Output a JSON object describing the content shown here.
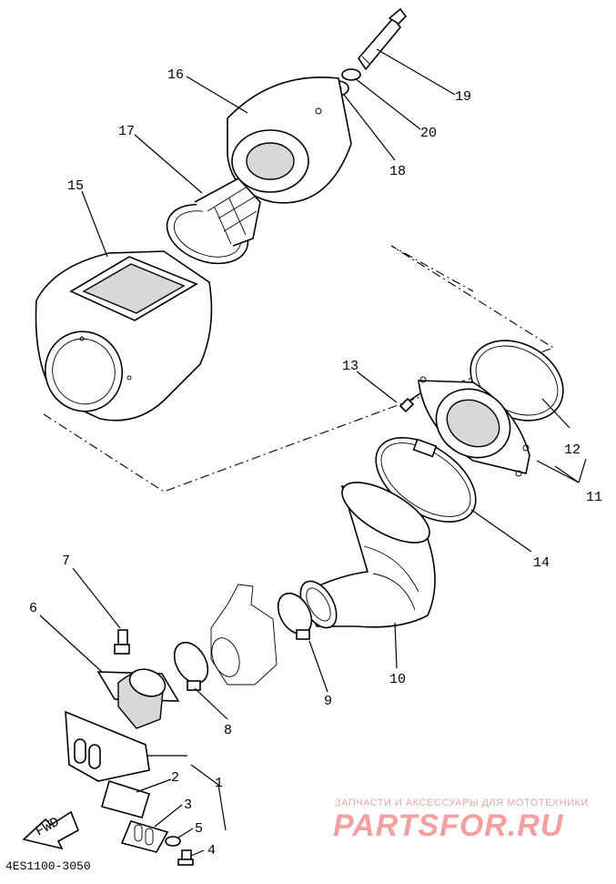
{
  "diagram": {
    "code": "4ES1100-3050",
    "fwd_label": "FWD",
    "callouts": [
      {
        "id": "c1",
        "label": "1"
      },
      {
        "id": "c2",
        "label": "2"
      },
      {
        "id": "c3",
        "label": "3"
      },
      {
        "id": "c4",
        "label": "4"
      },
      {
        "id": "c5",
        "label": "5"
      },
      {
        "id": "c6",
        "label": "6"
      },
      {
        "id": "c7",
        "label": "7"
      },
      {
        "id": "c8",
        "label": "8"
      },
      {
        "id": "c9",
        "label": "9"
      },
      {
        "id": "c10",
        "label": "10"
      },
      {
        "id": "c11",
        "label": "11"
      },
      {
        "id": "c12",
        "label": "12"
      },
      {
        "id": "c13",
        "label": "13"
      },
      {
        "id": "c14",
        "label": "14"
      },
      {
        "id": "c15",
        "label": "15"
      },
      {
        "id": "c16",
        "label": "16"
      },
      {
        "id": "c17",
        "label": "17"
      },
      {
        "id": "c18",
        "label": "18"
      },
      {
        "id": "c19",
        "label": "19"
      },
      {
        "id": "c20",
        "label": "20"
      }
    ]
  },
  "watermark": {
    "tagline": "ЗАПЧАСТИ И АКСЕССУАРЫ ДЛЯ МОТОТЕХНИКИ",
    "logo": "PARTSFOR.RU",
    "color": "#f2a0a0"
  }
}
